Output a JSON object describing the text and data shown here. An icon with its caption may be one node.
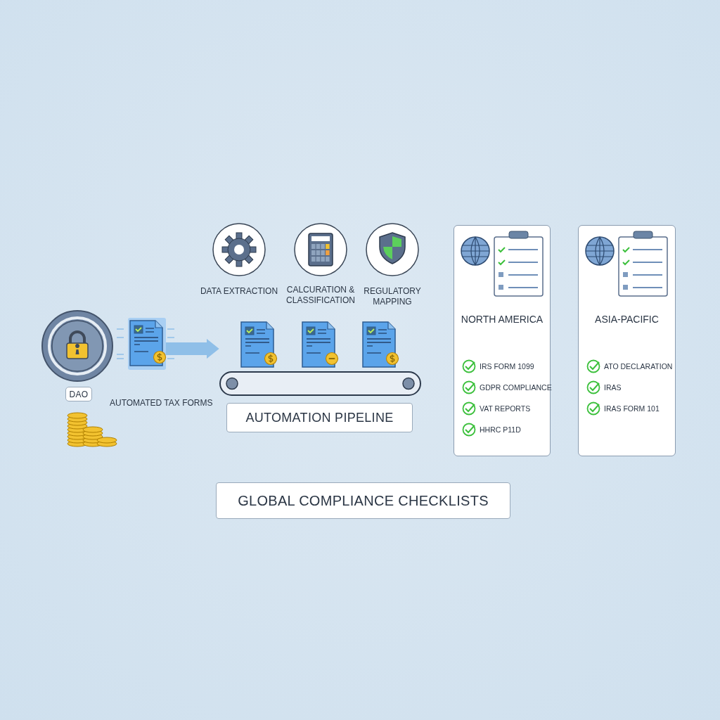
{
  "diagram": {
    "nodes": [
      {
        "text": [
          "DAO"
        ]
      },
      {
        "text": [],
        "shape": "picture"
      },
      {
        "text": [],
        "shape": "picture"
      },
      {
        "text": [
          "AUTOMATION PIPELINE"
        ]
      },
      {
        "text": [
          "DATA EXTRACTION"
        ]
      },
      {
        "text": [
          "CALCURATION & CLASSIFICATION"
        ]
      },
      {
        "text": [
          "REGULATORY MAPPING"
        ]
      },
      {
        "text": [
          "NORTH AMERICA",
          "IRS FORM 1099",
          "GDPR COMPLIANCE",
          "VAT REPORTS",
          "HHRC P11D"
        ]
      },
      {
        "text": [
          "ASIA-PACIFIC",
          "ATO DECLARATION",
          "IRAS",
          "IRAS FORM 101"
        ]
      },
      {
        "text": [
          "GLOBAL COMPLIANCE CHECKLISTS"
        ]
      }
    ],
    "edges": [
      {
        "from": 1,
        "to": 2,
        "arrow": "to"
      }
    ],
    "labels": [
      "AUTOMATED TAX FORMS"
    ]
  }
}
